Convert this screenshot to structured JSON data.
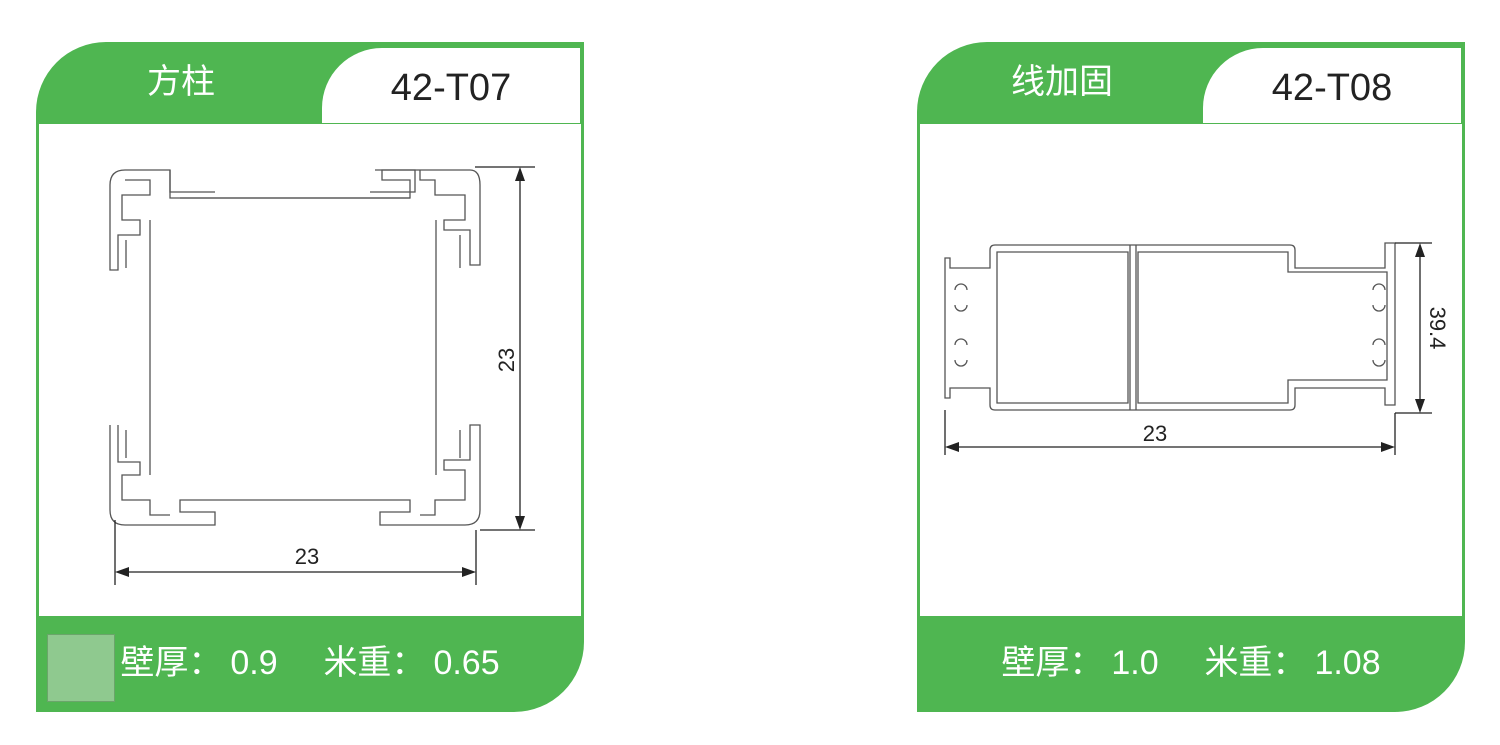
{
  "cards": [
    {
      "name": "方柱",
      "code": "42-T07",
      "dims": {
        "height": "23",
        "width": "23"
      },
      "wall_label": "壁厚：",
      "wall": "0.9",
      "weight_label": "米重：",
      "weight": "0.65",
      "color": "#4fb651"
    },
    {
      "name": "线加固",
      "code": "42-T08",
      "dims": {
        "height": "39.4",
        "width": "23"
      },
      "wall_label": "壁厚：",
      "wall": "1.0",
      "weight_label": "米重：",
      "weight": "1.08",
      "color": "#4fb651"
    }
  ]
}
